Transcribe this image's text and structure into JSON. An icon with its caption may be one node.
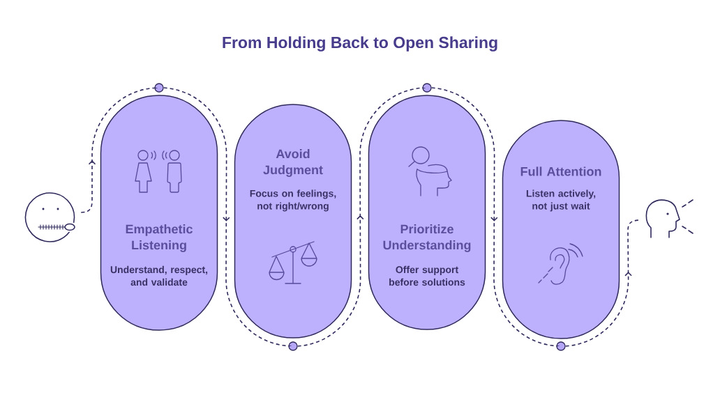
{
  "diagram": {
    "title": "From Holding Back to Open Sharing",
    "nodes": [
      {
        "text": [],
        "shape": "picture"
      },
      {
        "text": [
          "Empathetic Listening",
          "Understand, respect, and validate"
        ]
      },
      {
        "text": [],
        "shape": "circle"
      },
      {
        "text": [
          "Avoid Judgment",
          "Focus on feelings, not right/wrong"
        ]
      },
      {
        "text": [],
        "shape": "circle"
      },
      {
        "text": [
          "Prioritize Understanding",
          "Offer support before solutions"
        ]
      },
      {
        "text": [],
        "shape": "circle"
      },
      {
        "text": [
          "Full Attention",
          "Listen actively, not just wait"
        ]
      },
      {
        "text": [],
        "shape": "circle"
      },
      {
        "text": [],
        "shape": "picture"
      }
    ],
    "edges": [
      {
        "from": 0,
        "to": 2,
        "arrow": "to",
        "style": "dashed"
      },
      {
        "from": 2,
        "to": 4,
        "arrow": "to",
        "style": "dashed"
      },
      {
        "from": 4,
        "to": 6,
        "arrow": "to",
        "style": "dashed"
      },
      {
        "from": 6,
        "to": 8,
        "arrow": "to",
        "style": "dashed"
      },
      {
        "from": 8,
        "to": 9,
        "arrow": "to",
        "style": "dashed"
      }
    ]
  }
}
